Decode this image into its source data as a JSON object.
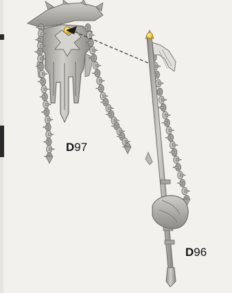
{
  "parts": [
    {
      "prefix": "D",
      "number": "97"
    },
    {
      "prefix": "D",
      "number": "96"
    }
  ],
  "colors": {
    "background": "#f3f1ee",
    "metal": "#b4b2ad",
    "metal_dark": "#8a8884",
    "glue_point": "#f2c200",
    "label_text": "#111111"
  }
}
